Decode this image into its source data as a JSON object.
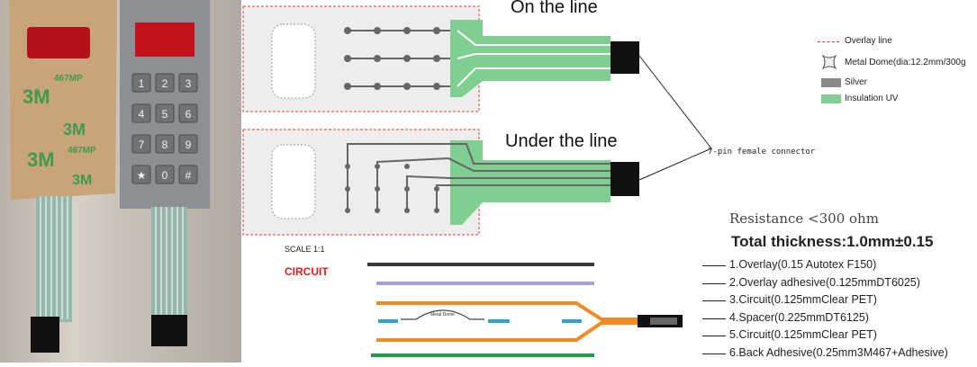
{
  "photo": {
    "keypad_keys": [
      "1",
      "2",
      "3",
      "4",
      "5",
      "6",
      "7",
      "8",
      "9",
      "★",
      "0",
      "#"
    ],
    "adhesive_brand": "3M",
    "adhesive_code": "467MP"
  },
  "schematic": {
    "top_title": "On the line",
    "bottom_title": "Under the line"
  },
  "legend": {
    "items": [
      {
        "label": "Overlay line",
        "swatch": "#e23b3b",
        "kind": "dashed-line"
      },
      {
        "label": "Metal Dome(dia:12.2mm/300g",
        "swatch": "#666666",
        "kind": "dome-icon"
      },
      {
        "label": "Silver",
        "swatch": "#8a8a8a",
        "kind": "box"
      },
      {
        "label": "Insulation UV",
        "swatch": "#7fcf93",
        "kind": "box"
      }
    ],
    "connector_label": "7-pin female connector"
  },
  "stack": {
    "scale": "SCALE  1:1",
    "circuit_label": "CIRCUIT",
    "resistance": "Resistance <300 ohm",
    "thickness_prefix": "Total thickness:",
    "thickness_value": "1.0mm±0.15",
    "dome_label": "Metal Dome",
    "layers": [
      {
        "label": "1.Overlay",
        "detail": "(0.15 Autotex F150)",
        "color": "#3a3a3a"
      },
      {
        "label": "2.Overlay  adhesive",
        "detail": "(0.125mmDT6025)",
        "color": "#a99fd4"
      },
      {
        "label": "3.Circuit",
        "detail": "(0.125mmClear PET)",
        "color": "#f18a22"
      },
      {
        "label": "4.Spacer",
        "detail": "(0.225mmDT6125)",
        "color": "#2aa6d1"
      },
      {
        "label": "5.Circuit",
        "detail": "(0.125mmClear PET)",
        "color": "#f18a22"
      },
      {
        "label": "6.Back  Adhesive",
        "detail": "(0.25mm3M467+Adhesive)",
        "color": "#1f9e4a"
      }
    ]
  }
}
